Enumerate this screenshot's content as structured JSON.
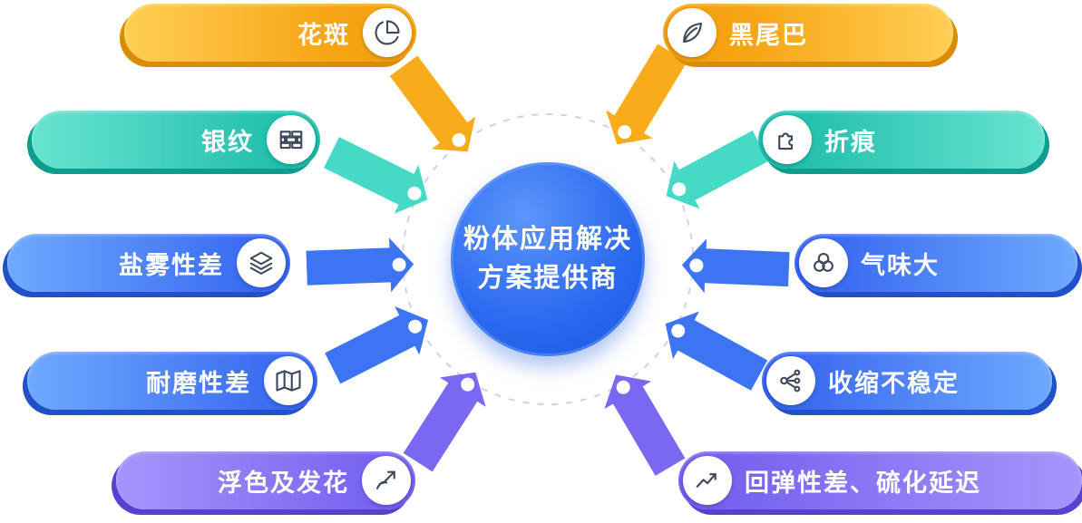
{
  "diagram": {
    "center": {
      "line1": "粉体应用解决",
      "line2": "方案提供商"
    },
    "items_left": [
      {
        "label": "花斑",
        "icon": "pie-chart-icon",
        "theme": "orange"
      },
      {
        "label": "银纹",
        "icon": "bricks-icon",
        "theme": "teal"
      },
      {
        "label": "盐雾性差",
        "icon": "layers-icon",
        "theme": "blue"
      },
      {
        "label": "耐磨性差",
        "icon": "map-icon",
        "theme": "blue"
      },
      {
        "label": "浮色及发花",
        "icon": "pen-arrow-icon",
        "theme": "purple"
      }
    ],
    "items_right": [
      {
        "label": "黑尾巴",
        "icon": "leaf-icon",
        "theme": "orange"
      },
      {
        "label": "折痕",
        "icon": "puzzle-icon",
        "theme": "teal"
      },
      {
        "label": "气味大",
        "icon": "rings-icon",
        "theme": "blue"
      },
      {
        "label": "收缩不稳定",
        "icon": "molecule-icon",
        "theme": "blue"
      },
      {
        "label": "回弹性差、硫化延迟",
        "icon": "trend-chart-icon",
        "theme": "purple"
      }
    ],
    "palette": {
      "orange": "#F8AC1C",
      "teal": "#45D9C6",
      "blue": "#3D74F4",
      "purple": "#7A68F2",
      "center_blue": "#2566EC",
      "dot": "#FFFFFF",
      "dashed_ring": "#C9D4EA"
    }
  }
}
